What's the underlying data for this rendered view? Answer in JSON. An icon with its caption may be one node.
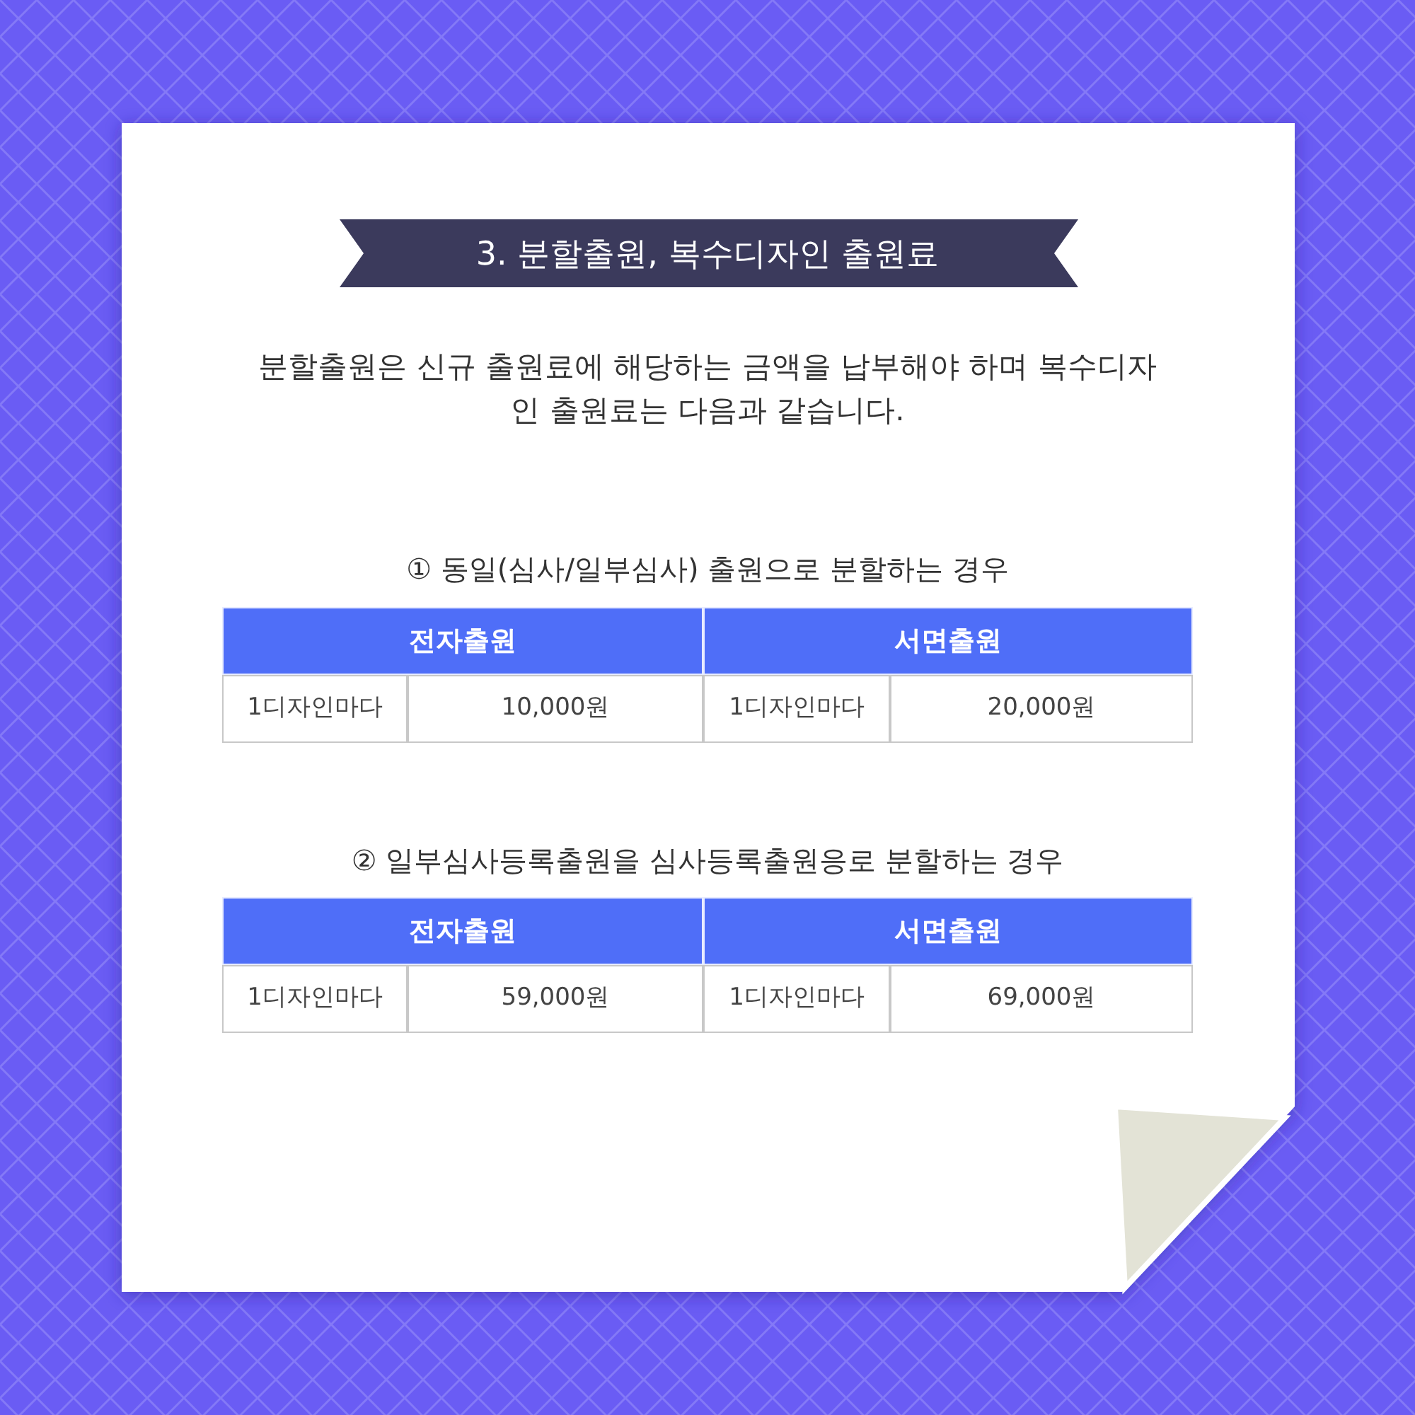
{
  "diagram": {
    "title": "3. 분할출원, 복수디자인 출원료",
    "labels": [
      "분할출원은 신규 출원료에 해당하는 금액을 납부해야 하며 복수디자인 출원료는 다음과 같습니다.",
      "① 동일(심사/일부심사) 출원으로 분할하는 경우",
      "전자출원",
      "서면출원",
      "1디자인마다",
      "10,000원",
      "1디자인마다",
      "20,000원",
      "② 일부심사등록출원을 심사등록출원응로 분할하는 경우",
      "전자출원",
      "서면출원",
      "1디자인마다",
      "59,000원",
      "1디자인마다",
      "69,000원"
    ]
  }
}
